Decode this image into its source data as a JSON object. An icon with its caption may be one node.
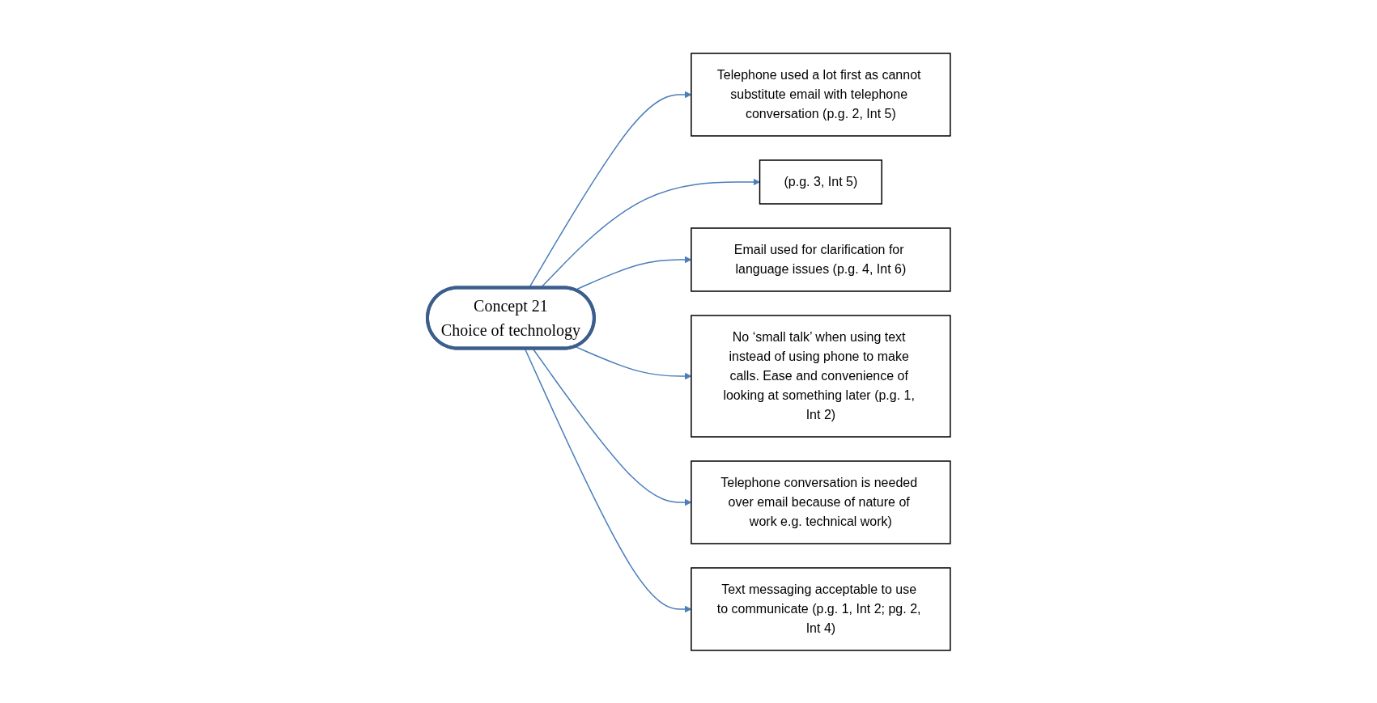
{
  "diagram": {
    "nodes": [
      {
        "text": [
          "Telephone used a lot first as cannot substitute email with telephone conversation (p.g. 2, Int 5)"
        ]
      },
      {
        "text": [
          "(p.g. 3, Int 5)"
        ]
      },
      {
        "text": [
          "Email used for clarification for language issues (p.g. 4, Int 6)"
        ]
      },
      {
        "text": [
          "Concept 21",
          "Choice of technology"
        ]
      },
      {
        "text": [
          "No ‘small talk’ when using text instead of using phone to make calls. Ease and convenience of looking at something later (p.g. 1, Int 2)"
        ]
      },
      {
        "text": [
          "Telephone conversation is needed over email because of nature of work e.g. technical work)"
        ]
      },
      {
        "text": [
          "Text messaging acceptable to use to communicate (p.g. 1, Int 2; pg. 2, Int 4)"
        ]
      }
    ],
    "edges": [
      {
        "from": 3,
        "to": 0,
        "arrow": "to"
      },
      {
        "from": 3,
        "to": 1,
        "arrow": "to"
      },
      {
        "from": 3,
        "to": 2,
        "arrow": "to"
      },
      {
        "from": 3,
        "to": 4,
        "arrow": "to"
      },
      {
        "from": 3,
        "to": 5,
        "arrow": "to"
      },
      {
        "from": 3,
        "to": 6,
        "arrow": "to"
      }
    ]
  }
}
